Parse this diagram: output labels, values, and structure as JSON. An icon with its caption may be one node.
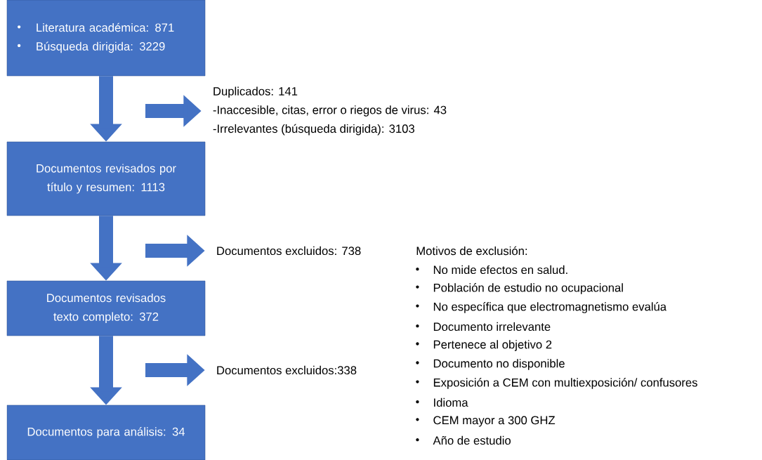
{
  "diagram": {
    "nodes": [
      {
        "text": [
          "Literatura académica: 871",
          "Búsqueda dirigida: 3229"
        ]
      },
      {
        "text": [
          "Duplicados: 141",
          "-Inaccesible, citas, error o riegos de virus: 43",
          "-Irrelevantes (búsqueda dirigida): 3103"
        ]
      },
      {
        "text": [
          "Documentos revisados por título y resumen: 1113"
        ]
      },
      {
        "text": [
          "Documentos excluidos: 738"
        ]
      },
      {
        "text": [
          "Documentos revisados texto completo: 372"
        ]
      },
      {
        "text": [
          "Documentos excluidos:338"
        ]
      },
      {
        "text": [
          "Documentos para análisis: 34"
        ]
      }
    ],
    "edges": [
      {
        "from": 0,
        "to": 2,
        "arrow": "to"
      },
      {
        "from": null,
        "to": 1,
        "arrow": "to"
      },
      {
        "from": 2,
        "to": 4,
        "arrow": "to"
      },
      {
        "from": null,
        "to": 3,
        "arrow": "to"
      },
      {
        "from": 4,
        "to": 6,
        "arrow": "to"
      },
      {
        "from": null,
        "to": 5,
        "arrow": "to"
      }
    ],
    "labels": [
      "Motivos de exclusión:",
      "No mide efectos en salud.",
      "Población de estudio no ocupacional",
      "No específica que electromagnetismo evalúa",
      "Documento irrelevante",
      "Pertenece al objetivo 2",
      "Documento no disponible",
      "Exposición a CEM con multiexposición/ confusores",
      "Idioma",
      "CEM mayor a 300 GHZ",
      "Año de estudio"
    ]
  }
}
